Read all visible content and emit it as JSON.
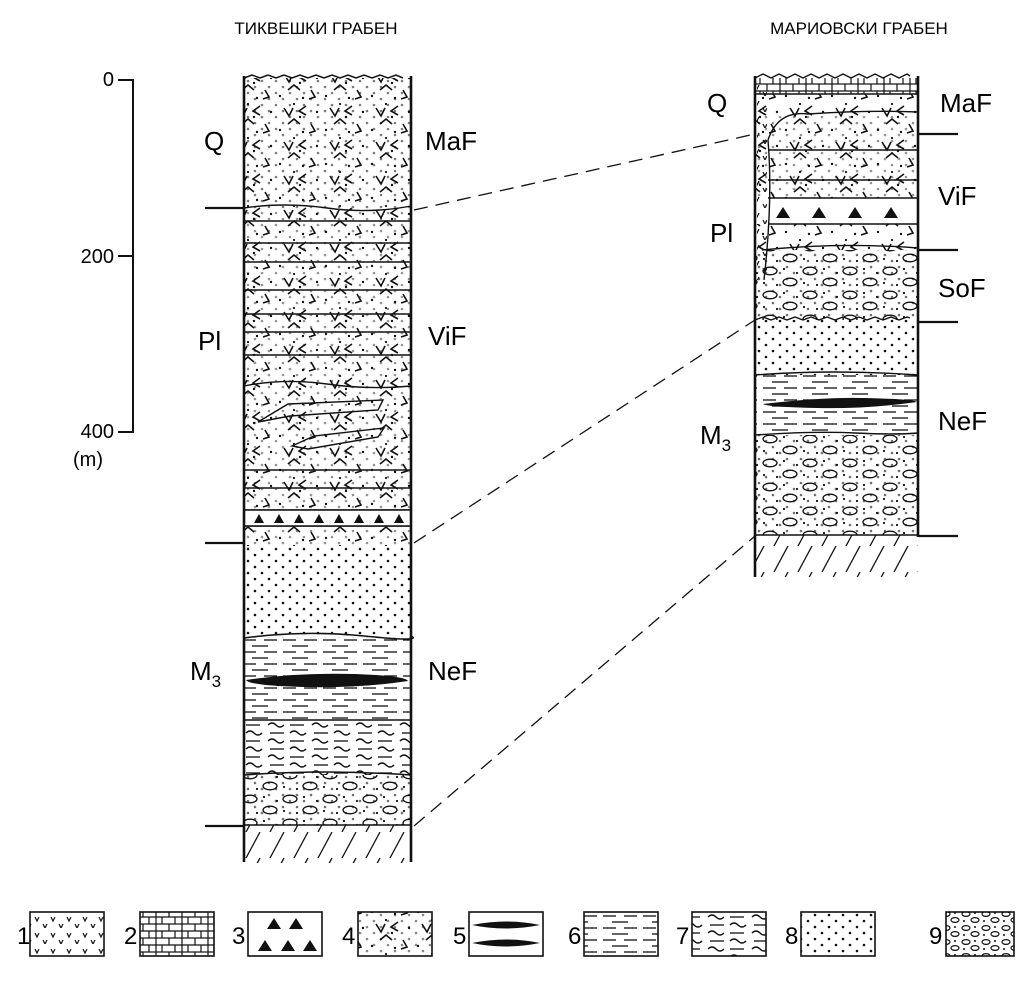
{
  "columns": [
    {
      "title": "ТИКВЕШКИ ГРАБЕН",
      "formations": [
        "MaF",
        "ViF",
        "NeF"
      ],
      "ages": [
        "Q",
        "Pl",
        "M3"
      ]
    },
    {
      "title": "МАРИОВСКИ ГРАБЕН",
      "formations": [
        "MaF",
        "ViF",
        "SoF",
        "NeF"
      ],
      "ages": [
        "Q",
        "Pl",
        "M3"
      ]
    }
  ],
  "scale": {
    "ticks": [
      "0",
      "200",
      "400"
    ],
    "unit": "(m)"
  },
  "legend": [
    "1",
    "2",
    "3",
    "4",
    "5",
    "6",
    "7",
    "8",
    "9"
  ]
}
